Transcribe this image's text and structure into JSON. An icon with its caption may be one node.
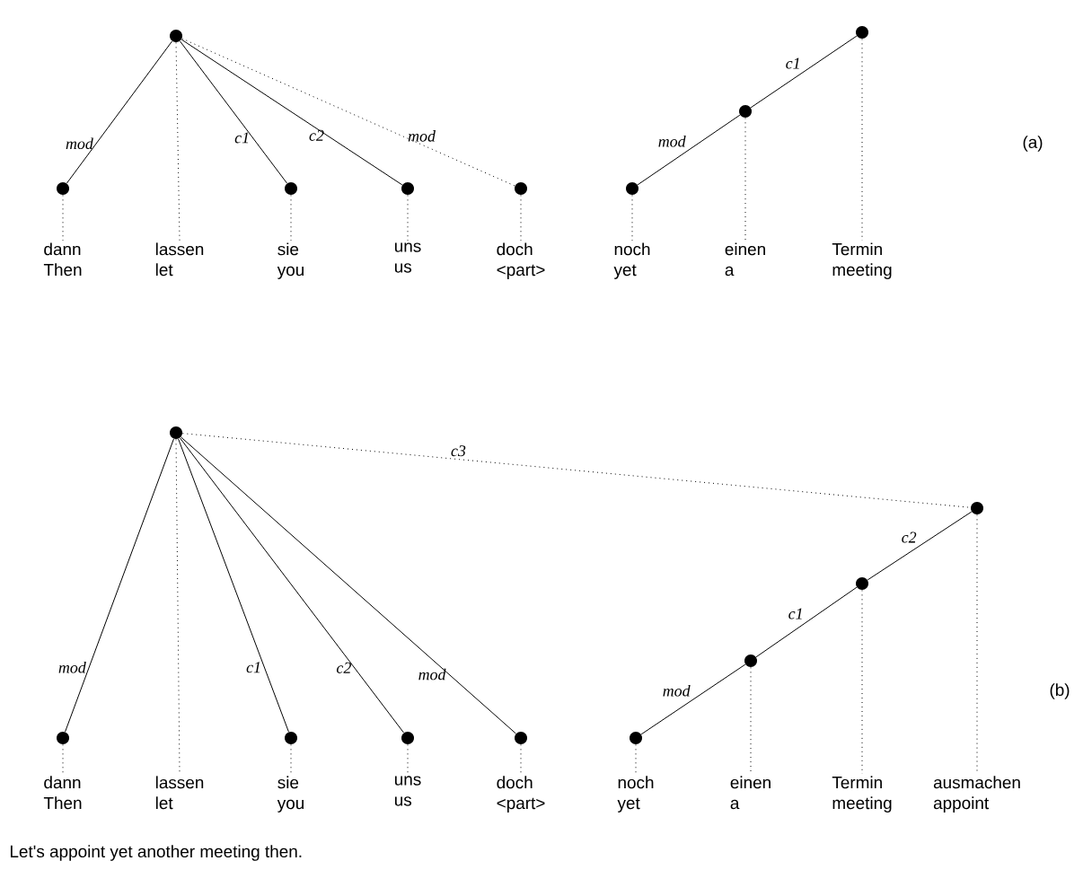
{
  "diagram": {
    "nodes": [
      {
        "text": [],
        "shape": "circle"
      },
      {
        "text": [],
        "shape": "circle"
      },
      {
        "text": [],
        "shape": "circle"
      },
      {
        "text": [],
        "shape": "circle"
      },
      {
        "text": [],
        "shape": "circle"
      },
      {
        "text": [],
        "shape": "circle"
      },
      {
        "text": [],
        "shape": "circle"
      },
      {
        "text": [],
        "shape": "circle"
      },
      {
        "text": [
          "dann",
          "Then"
        ]
      },
      {
        "text": [
          "lassen",
          "let"
        ]
      },
      {
        "text": [
          "sie",
          "you"
        ]
      },
      {
        "text": [
          "uns",
          "us"
        ]
      },
      {
        "text": [
          "doch",
          "<part>"
        ]
      },
      {
        "text": [
          "noch",
          "yet"
        ]
      },
      {
        "text": [
          "einen",
          "a"
        ]
      },
      {
        "text": [
          "Termin",
          "meeting"
        ]
      },
      {
        "text": [],
        "shape": "circle"
      },
      {
        "text": [],
        "shape": "circle"
      },
      {
        "text": [],
        "shape": "circle"
      },
      {
        "text": [],
        "shape": "circle"
      },
      {
        "text": [],
        "shape": "circle"
      },
      {
        "text": [],
        "shape": "circle"
      },
      {
        "text": [],
        "shape": "circle"
      },
      {
        "text": [],
        "shape": "circle"
      },
      {
        "text": [],
        "shape": "circle"
      },
      {
        "text": [
          "dann",
          "Then"
        ]
      },
      {
        "text": [
          "lassen",
          "let"
        ]
      },
      {
        "text": [
          "sie",
          "you"
        ]
      },
      {
        "text": [
          "uns",
          "us"
        ]
      },
      {
        "text": [
          "doch",
          "<part>"
        ]
      },
      {
        "text": [
          "noch",
          "yet"
        ]
      },
      {
        "text": [
          "einen",
          "a"
        ]
      },
      {
        "text": [
          "Termin",
          "meeting"
        ]
      },
      {
        "text": [
          "ausmachen",
          "appoint"
        ]
      }
    ],
    "edges": [
      {
        "from": 0,
        "to": 1,
        "arrow": "none",
        "label": "mod"
      },
      {
        "from": 0,
        "to": 2,
        "arrow": "none",
        "label": "c1"
      },
      {
        "from": 0,
        "to": 3,
        "arrow": "none",
        "label": "c2"
      },
      {
        "from": 0,
        "to": 4,
        "arrow": "none",
        "label": "mod",
        "style": "dashed"
      },
      {
        "from": 7,
        "to": 6,
        "arrow": "none",
        "label": "c1"
      },
      {
        "from": 6,
        "to": 5,
        "arrow": "none",
        "label": "mod"
      },
      {
        "from": 1,
        "to": 8,
        "arrow": "none",
        "style": "dashed"
      },
      {
        "from": 0,
        "to": 9,
        "arrow": "none",
        "style": "dashed"
      },
      {
        "from": 2,
        "to": 10,
        "arrow": "none",
        "style": "dashed"
      },
      {
        "from": 3,
        "to": 11,
        "arrow": "none",
        "style": "dashed"
      },
      {
        "from": 4,
        "to": 12,
        "arrow": "none",
        "style": "dashed"
      },
      {
        "from": 5,
        "to": 13,
        "arrow": "none",
        "style": "dashed"
      },
      {
        "from": 6,
        "to": 14,
        "arrow": "none",
        "style": "dashed"
      },
      {
        "from": 7,
        "to": 15,
        "arrow": "none",
        "style": "dashed"
      },
      {
        "from": 16,
        "to": 24,
        "arrow": "none",
        "label": "c3",
        "style": "dashed"
      },
      {
        "from": 16,
        "to": 17,
        "arrow": "none",
        "label": "mod"
      },
      {
        "from": 16,
        "to": 18,
        "arrow": "none",
        "label": "c1"
      },
      {
        "from": 16,
        "to": 19,
        "arrow": "none",
        "label": "c2"
      },
      {
        "from": 16,
        "to": 20,
        "arrow": "none",
        "label": "mod"
      },
      {
        "from": 24,
        "to": 23,
        "arrow": "none",
        "label": "c2"
      },
      {
        "from": 23,
        "to": 22,
        "arrow": "none",
        "label": "c1"
      },
      {
        "from": 22,
        "to": 21,
        "arrow": "none",
        "label": "mod"
      },
      {
        "from": 17,
        "to": 25,
        "arrow": "none",
        "style": "dashed"
      },
      {
        "from": 16,
        "to": 26,
        "arrow": "none",
        "style": "dashed"
      },
      {
        "from": 18,
        "to": 27,
        "arrow": "none",
        "style": "dashed"
      },
      {
        "from": 19,
        "to": 28,
        "arrow": "none",
        "style": "dashed"
      },
      {
        "from": 20,
        "to": 29,
        "arrow": "none",
        "style": "dashed"
      },
      {
        "from": 21,
        "to": 30,
        "arrow": "none",
        "style": "dashed"
      },
      {
        "from": 22,
        "to": 31,
        "arrow": "none",
        "style": "dashed"
      },
      {
        "from": 23,
        "to": 32,
        "arrow": "none",
        "style": "dashed"
      },
      {
        "from": 24,
        "to": 33,
        "arrow": "none",
        "style": "dashed"
      }
    ],
    "labels": [
      "(a)",
      "(b)",
      "Let's appoint yet another meeting then."
    ]
  }
}
